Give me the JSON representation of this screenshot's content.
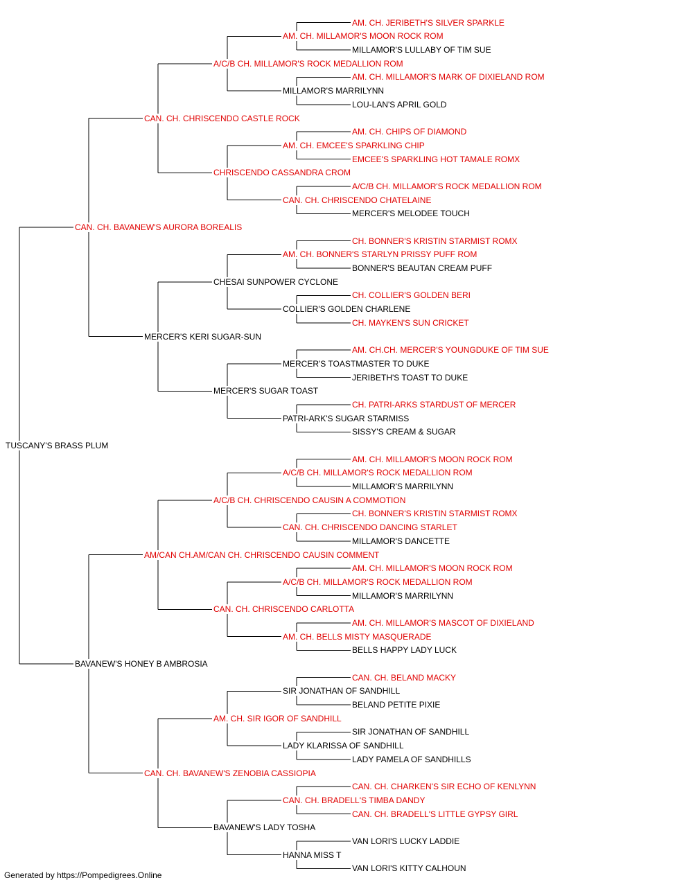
{
  "colors": {
    "titled": "#e00000",
    "plain": "#000000",
    "line": "#000000"
  },
  "pedigree": {
    "name": "TUSCANY'S BRASS PLUM",
    "titled": false,
    "sire": {
      "name": "CAN. CH. BAVANEW'S AURORA BOREALIS",
      "titled": true,
      "sire": {
        "name": "CAN. CH. CHRISCENDO CASTLE ROCK",
        "titled": true,
        "sire": {
          "name": "A/C/B CH. MILLAMOR'S ROCK MEDALLION ROM",
          "titled": true,
          "sire": {
            "name": "AM. CH. MILLAMOR'S MOON ROCK ROM",
            "titled": true,
            "sire": {
              "name": "AM. CH. JERIBETH'S SILVER SPARKLE",
              "titled": true
            },
            "dam": {
              "name": "MILLAMOR'S LULLABY OF TIM SUE",
              "titled": false
            }
          },
          "dam": {
            "name": "MILLAMOR'S MARRILYNN",
            "titled": false,
            "sire": {
              "name": "AM. CH. MILLAMOR'S MARK OF DIXIELAND ROM",
              "titled": true
            },
            "dam": {
              "name": "LOU-LAN'S APRIL GOLD",
              "titled": false
            }
          }
        },
        "dam": {
          "name": "CHRISCENDO CASSANDRA CROM",
          "titled": true,
          "sire": {
            "name": "AM. CH. EMCEE'S SPARKLING CHIP",
            "titled": true,
            "sire": {
              "name": "AM. CH. CHIPS OF DIAMOND",
              "titled": true
            },
            "dam": {
              "name": "EMCEE'S SPARKLING HOT TAMALE ROMX",
              "titled": true
            }
          },
          "dam": {
            "name": "CAN. CH. CHRISCENDO CHATELAINE",
            "titled": true,
            "sire": {
              "name": "A/C/B CH. MILLAMOR'S ROCK MEDALLION ROM",
              "titled": true
            },
            "dam": {
              "name": "MERCER'S MELODEE TOUCH",
              "titled": false
            }
          }
        }
      },
      "dam": {
        "name": "MERCER'S KERI SUGAR-SUN",
        "titled": false,
        "sire": {
          "name": "CHESAI SUNPOWER CYCLONE",
          "titled": false,
          "sire": {
            "name": "AM. CH. BONNER'S STARLYN PRISSY PUFF ROM",
            "titled": true,
            "sire": {
              "name": "CH. BONNER'S KRISTIN STARMIST ROMX",
              "titled": true
            },
            "dam": {
              "name": "BONNER'S BEAUTAN CREAM PUFF",
              "titled": false
            }
          },
          "dam": {
            "name": "COLLIER'S GOLDEN CHARLENE",
            "titled": false,
            "sire": {
              "name": "CH. COLLIER'S GOLDEN BERI",
              "titled": true
            },
            "dam": {
              "name": "CH. MAYKEN'S SUN CRICKET",
              "titled": true
            }
          }
        },
        "dam": {
          "name": "MERCER'S SUGAR TOAST",
          "titled": false,
          "sire": {
            "name": "MERCER'S TOASTMASTER TO DUKE",
            "titled": false,
            "sire": {
              "name": "AM. CH.CH. MERCER'S YOUNGDUKE OF TIM SUE",
              "titled": true
            },
            "dam": {
              "name": "JERIBETH'S TOAST TO DUKE",
              "titled": false
            }
          },
          "dam": {
            "name": "PATRI-ARK'S SUGAR STARMISS",
            "titled": false,
            "sire": {
              "name": "CH. PATRI-ARKS STARDUST OF MERCER",
              "titled": true
            },
            "dam": {
              "name": "SISSY'S CREAM & SUGAR",
              "titled": false
            }
          }
        }
      }
    },
    "dam": {
      "name": "BAVANEW'S HONEY B AMBROSIA",
      "titled": false,
      "sire": {
        "name": "AM/CAN CH.AM/CAN CH. CHRISCENDO CAUSIN COMMENT",
        "titled": true,
        "sire": {
          "name": "A/C/B CH. CHRISCENDO CAUSIN A COMMOTION",
          "titled": true,
          "sire": {
            "name": "A/C/B CH. MILLAMOR'S ROCK MEDALLION ROM",
            "titled": true,
            "sire": {
              "name": "AM. CH. MILLAMOR'S MOON ROCK ROM",
              "titled": true
            },
            "dam": {
              "name": "MILLAMOR'S MARRILYNN",
              "titled": false
            }
          },
          "dam": {
            "name": "CAN. CH. CHRISCENDO DANCING STARLET",
            "titled": true,
            "sire": {
              "name": "CH. BONNER'S KRISTIN STARMIST ROMX",
              "titled": true
            },
            "dam": {
              "name": "MILLAMOR'S DANCETTE",
              "titled": false
            }
          }
        },
        "dam": {
          "name": "CAN. CH. CHRISCENDO CARLOTTA",
          "titled": true,
          "sire": {
            "name": "A/C/B CH. MILLAMOR'S ROCK MEDALLION ROM",
            "titled": true,
            "sire": {
              "name": "AM. CH. MILLAMOR'S MOON ROCK ROM",
              "titled": true
            },
            "dam": {
              "name": "MILLAMOR'S MARRILYNN",
              "titled": false
            }
          },
          "dam": {
            "name": "AM. CH. BELLS MISTY MASQUERADE",
            "titled": true,
            "sire": {
              "name": "AM. CH. MILLAMOR'S MASCOT OF DIXIELAND",
              "titled": true
            },
            "dam": {
              "name": "BELLS HAPPY LADY LUCK",
              "titled": false
            }
          }
        }
      },
      "dam": {
        "name": "CAN. CH. BAVANEW'S ZENOBIA CASSIOPIA",
        "titled": true,
        "sire": {
          "name": "AM. CH. SIR IGOR OF SANDHILL",
          "titled": true,
          "sire": {
            "name": "SIR JONATHAN OF SANDHILL",
            "titled": false,
            "sire": {
              "name": "CAN. CH. BELAND MACKY",
              "titled": true
            },
            "dam": {
              "name": "BELAND PETITE PIXIE",
              "titled": false
            }
          },
          "dam": {
            "name": "LADY KLARISSA OF SANDHILL",
            "titled": false,
            "sire": {
              "name": "SIR JONATHAN OF SANDHILL",
              "titled": false
            },
            "dam": {
              "name": "LADY PAMELA OF SANDHILLS",
              "titled": false
            }
          }
        },
        "dam": {
          "name": "BAVANEW'S LADY TOSHA",
          "titled": false,
          "sire": {
            "name": "CAN. CH. BRADELL'S TIMBA DANDY",
            "titled": true,
            "sire": {
              "name": "CAN. CH. CHARKEN'S SIR ECHO OF KENLYNN",
              "titled": true
            },
            "dam": {
              "name": "CAN. CH. BRADELL'S LITTLE GYPSY GIRL",
              "titled": true
            }
          },
          "dam": {
            "name": "HANNA MISS T",
            "titled": false,
            "sire": {
              "name": "VAN LORI'S LUCKY LADDIE",
              "titled": false
            },
            "dam": {
              "name": "VAN LORI'S KITTY CALHOUN",
              "titled": false
            }
          }
        }
      }
    }
  },
  "footer": "Generated by https://Pompedigrees.Online"
}
